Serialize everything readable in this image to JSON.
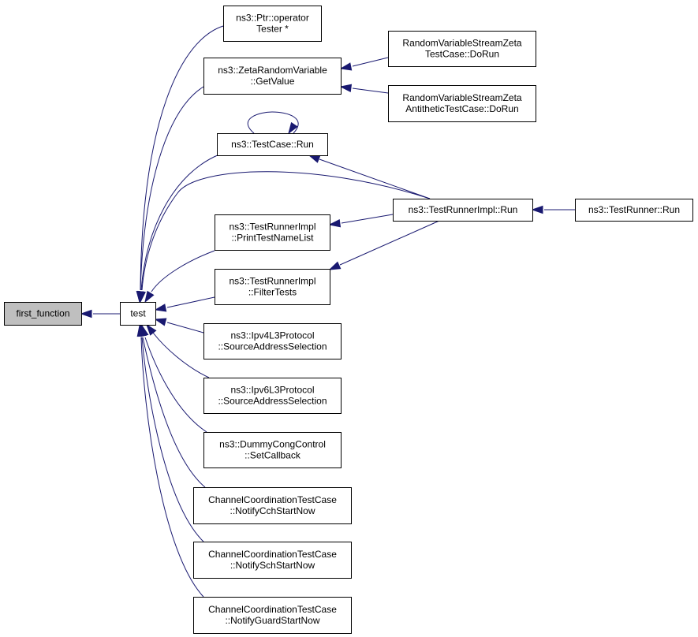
{
  "diagram": {
    "title": "",
    "edge_color": "#191970",
    "highlight_fill": "#bfbfbf",
    "nodes": [
      {
        "id": "first_function",
        "lines": [
          "first_function"
        ],
        "highlight": true
      },
      {
        "id": "test",
        "lines": [
          "test"
        ]
      },
      {
        "id": "ptr_operator",
        "lines": [
          "ns3::Ptr::operator",
          "Tester *"
        ]
      },
      {
        "id": "zeta_getvalue",
        "lines": [
          "ns3::ZetaRandomVariable",
          "::GetValue"
        ]
      },
      {
        "id": "rvs_zeta_dorun",
        "lines": [
          "RandomVariableStreamZeta",
          "TestCase::DoRun"
        ]
      },
      {
        "id": "rvs_zeta_anti_dorun",
        "lines": [
          "RandomVariableStreamZeta",
          "AntitheticTestCase::DoRun"
        ]
      },
      {
        "id": "testcase_run",
        "lines": [
          "ns3::TestCase::Run"
        ]
      },
      {
        "id": "testrunnerimpl_run",
        "lines": [
          "ns3::TestRunnerImpl::Run"
        ]
      },
      {
        "id": "testrunner_run",
        "lines": [
          "ns3::TestRunner::Run"
        ]
      },
      {
        "id": "print_testnamelist",
        "lines": [
          "ns3::TestRunnerImpl",
          "::PrintTestNameList"
        ]
      },
      {
        "id": "filter_tests",
        "lines": [
          "ns3::TestRunnerImpl",
          "::FilterTests"
        ]
      },
      {
        "id": "ipv4_sas",
        "lines": [
          "ns3::Ipv4L3Protocol",
          "::SourceAddressSelection"
        ]
      },
      {
        "id": "ipv6_sas",
        "lines": [
          "ns3::Ipv6L3Protocol",
          "::SourceAddressSelection"
        ]
      },
      {
        "id": "dummy_cong",
        "lines": [
          "ns3::DummyCongControl",
          "::SetCallback"
        ]
      },
      {
        "id": "cc_cch",
        "lines": [
          "ChannelCoordinationTestCase",
          "::NotifyCchStartNow"
        ]
      },
      {
        "id": "cc_sch",
        "lines": [
          "ChannelCoordinationTestCase",
          "::NotifySchStartNow"
        ]
      },
      {
        "id": "cc_guard",
        "lines": [
          "ChannelCoordinationTestCase",
          "::NotifyGuardStartNow"
        ]
      }
    ],
    "edges": [
      {
        "from": "test",
        "to": "first_function"
      },
      {
        "from": "ptr_operator",
        "to": "test"
      },
      {
        "from": "zeta_getvalue",
        "to": "test"
      },
      {
        "from": "testcase_run",
        "to": "test"
      },
      {
        "from": "testrunnerimpl_run",
        "to": "test"
      },
      {
        "from": "print_testnamelist",
        "to": "test"
      },
      {
        "from": "filter_tests",
        "to": "test"
      },
      {
        "from": "ipv4_sas",
        "to": "test"
      },
      {
        "from": "ipv6_sas",
        "to": "test"
      },
      {
        "from": "dummy_cong",
        "to": "test"
      },
      {
        "from": "cc_cch",
        "to": "test"
      },
      {
        "from": "cc_sch",
        "to": "test"
      },
      {
        "from": "cc_guard",
        "to": "test"
      },
      {
        "from": "rvs_zeta_dorun",
        "to": "zeta_getvalue"
      },
      {
        "from": "rvs_zeta_anti_dorun",
        "to": "zeta_getvalue"
      },
      {
        "from": "testcase_run",
        "to": "testcase_run"
      },
      {
        "from": "testrunnerimpl_run",
        "to": "testcase_run"
      },
      {
        "from": "testrunnerimpl_run",
        "to": "print_testnamelist"
      },
      {
        "from": "testrunnerimpl_run",
        "to": "filter_tests"
      },
      {
        "from": "testrunner_run",
        "to": "testrunnerimpl_run"
      }
    ]
  }
}
